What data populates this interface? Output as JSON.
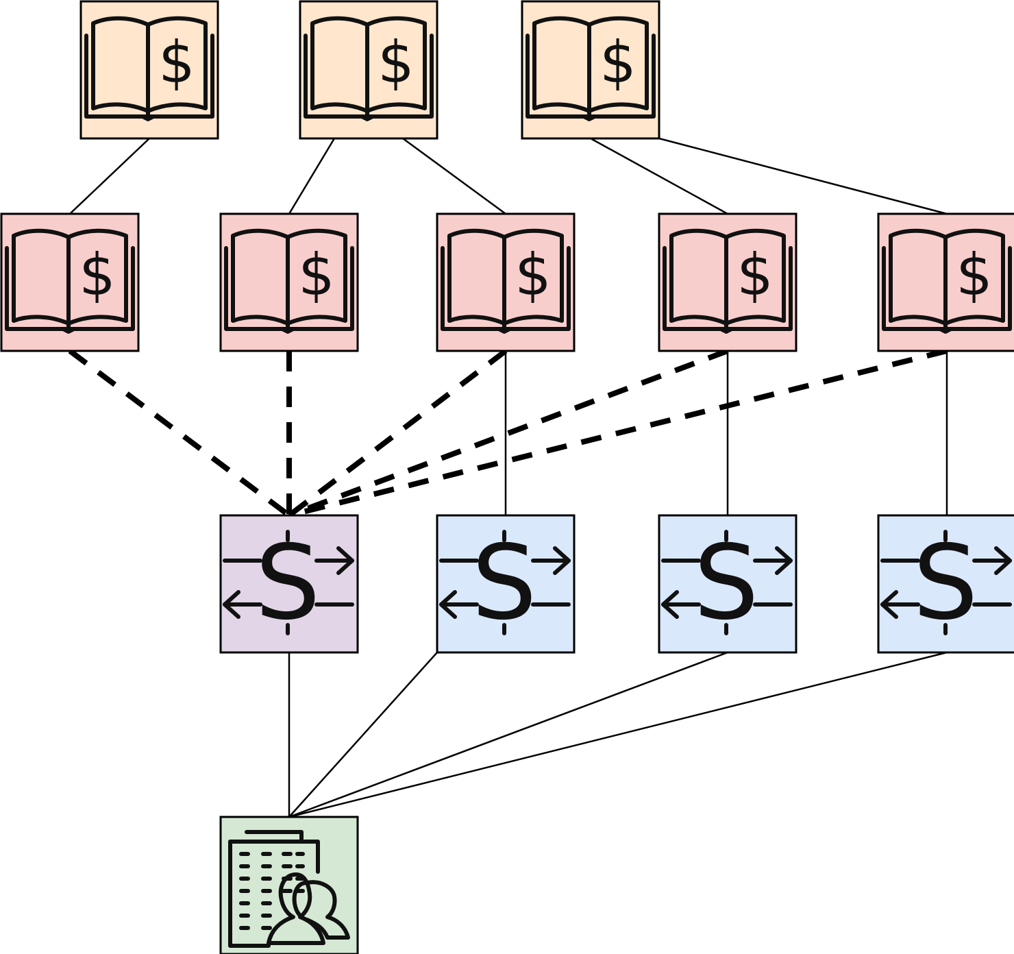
{
  "diagram": {
    "colors": {
      "ledger_top": "#ffe6cc",
      "ledger_mid": "#f8cecc",
      "transaction_consolidated": "#e1d5e7",
      "transaction": "#dae8fc",
      "entity": "#d5e8d4",
      "stroke": "#000000"
    },
    "icons": {
      "ledger": "ledger-book-dollar-icon",
      "transaction": "dollar-exchange-arrows-icon",
      "entity": "office-building-people-icon"
    },
    "nodes": [
      {
        "id": "ledger-top-1",
        "icon": "ledger-book-dollar-icon",
        "fill": "#ffe6cc",
        "glyph": "$"
      },
      {
        "id": "ledger-top-2",
        "icon": "ledger-book-dollar-icon",
        "fill": "#ffe6cc",
        "glyph": "$"
      },
      {
        "id": "ledger-top-3",
        "icon": "ledger-book-dollar-icon",
        "fill": "#ffe6cc",
        "glyph": "$"
      },
      {
        "id": "ledger-mid-1",
        "icon": "ledger-book-dollar-icon",
        "fill": "#f8cecc",
        "glyph": "$"
      },
      {
        "id": "ledger-mid-2",
        "icon": "ledger-book-dollar-icon",
        "fill": "#f8cecc",
        "glyph": "$"
      },
      {
        "id": "ledger-mid-3",
        "icon": "ledger-book-dollar-icon",
        "fill": "#f8cecc",
        "glyph": "$"
      },
      {
        "id": "ledger-mid-4",
        "icon": "ledger-book-dollar-icon",
        "fill": "#f8cecc",
        "glyph": "$"
      },
      {
        "id": "ledger-mid-5",
        "icon": "ledger-book-dollar-icon",
        "fill": "#f8cecc",
        "glyph": "$"
      },
      {
        "id": "transaction-consolidated",
        "icon": "dollar-exchange-arrows-icon",
        "fill": "#e1d5e7",
        "glyph": "S"
      },
      {
        "id": "transaction-2",
        "icon": "dollar-exchange-arrows-icon",
        "fill": "#dae8fc",
        "glyph": "S"
      },
      {
        "id": "transaction-3",
        "icon": "dollar-exchange-arrows-icon",
        "fill": "#dae8fc",
        "glyph": "S"
      },
      {
        "id": "transaction-4",
        "icon": "dollar-exchange-arrows-icon",
        "fill": "#dae8fc",
        "glyph": "S"
      },
      {
        "id": "entity",
        "icon": "office-building-people-icon",
        "fill": "#d5e8d4",
        "glyph": ""
      }
    ],
    "edges": [
      {
        "from": "ledger-top-1",
        "to": "ledger-mid-1",
        "style": "solid"
      },
      {
        "from": "ledger-top-2",
        "to": "ledger-mid-2",
        "style": "solid"
      },
      {
        "from": "ledger-top-2",
        "to": "ledger-mid-3",
        "style": "solid"
      },
      {
        "from": "ledger-top-3",
        "to": "ledger-mid-4",
        "style": "solid"
      },
      {
        "from": "ledger-top-3",
        "to": "ledger-mid-5",
        "style": "solid"
      },
      {
        "from": "ledger-mid-1",
        "to": "transaction-consolidated",
        "style": "dashed"
      },
      {
        "from": "ledger-mid-2",
        "to": "transaction-consolidated",
        "style": "dashed"
      },
      {
        "from": "ledger-mid-3",
        "to": "transaction-consolidated",
        "style": "dashed"
      },
      {
        "from": "ledger-mid-4",
        "to": "transaction-consolidated",
        "style": "dashed"
      },
      {
        "from": "ledger-mid-5",
        "to": "transaction-consolidated",
        "style": "dashed"
      },
      {
        "from": "ledger-mid-3",
        "to": "transaction-2",
        "style": "solid"
      },
      {
        "from": "ledger-mid-4",
        "to": "transaction-3",
        "style": "solid"
      },
      {
        "from": "ledger-mid-5",
        "to": "transaction-4",
        "style": "solid"
      },
      {
        "from": "transaction-consolidated",
        "to": "entity",
        "style": "solid"
      },
      {
        "from": "transaction-2",
        "to": "entity",
        "style": "solid"
      },
      {
        "from": "transaction-3",
        "to": "entity",
        "style": "solid"
      },
      {
        "from": "transaction-4",
        "to": "entity",
        "style": "solid"
      }
    ]
  }
}
